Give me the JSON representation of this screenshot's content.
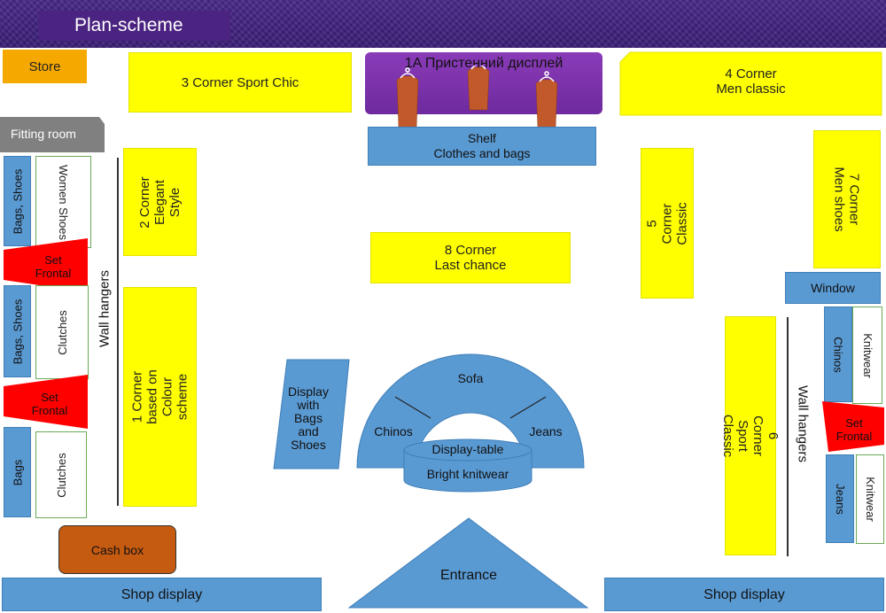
{
  "title": "Plan-scheme",
  "zones": {
    "store": "Store",
    "fitting_room": "Fitting room",
    "corner3": "3 Corner Sport Chic",
    "corner1a": "1A Пристенний дисплей",
    "corner4": "4 Corner\nMen classic",
    "shelf": "Shelf\nClothes and bags",
    "corner2": "2 Corner\nElegant Style",
    "corner8": "8 Corner\nLast chance",
    "corner5": "5 Corner\nClassic",
    "corner7": "7 Corner\nMen shoes",
    "window": "Window",
    "corner1": "1 Corner based on\nColour scheme",
    "corner6": "6 Corner\nSport Classic",
    "display_bags_shoes": "Display\nwith\nBags\nand\nShoes",
    "sofa": "Sofa",
    "chinos_center": "Chinos",
    "jeans_center": "Jeans",
    "display_table": "Display-table",
    "bright_knitwear": "Bright knitwear",
    "cash_box": "Cash box",
    "entrance": "Entrance",
    "shop_display_left": "Shop display",
    "shop_display_right": "Shop display",
    "wall_hangers_left": "Wall hangers",
    "wall_hangers_right": "Wall hangers"
  },
  "left_column": {
    "bags_shoes_1": "Bags, Shoes",
    "women_shoes": "Women Shoes",
    "set_frontal_1": "Set\nFrontal",
    "bags_shoes_2": "Bags, Shoes",
    "clutches_1": "Clutches",
    "set_frontal_2": "Set\nFrontal",
    "bags": "Bags",
    "clutches_2": "Clutches"
  },
  "right_column": {
    "chinos": "Chinos",
    "knitwear_1": "Knitwear",
    "set_frontal": "Set\nFrontal",
    "jeans": "Jeans",
    "knitwear_2": "Knitwear"
  },
  "colors": {
    "yellow": "#ffff00",
    "blue": "#5a9ad3",
    "red": "#ff0000",
    "purple": "#7b2fa8",
    "orange": "#f5a800",
    "brown": "#c55a11",
    "gray": "#808080",
    "header": "#3c1f79"
  }
}
